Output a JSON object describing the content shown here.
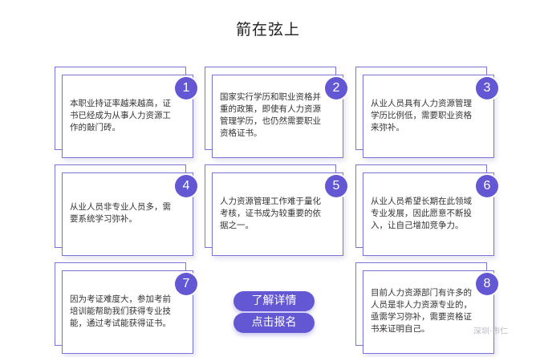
{
  "title": "箭在弦上",
  "cards": [
    {
      "number": "1",
      "text": "本职业持证率越来越高，证书已经成为从事人力资源工作的敲门砖。"
    },
    {
      "number": "2",
      "text": "国家实行学历和职业资格并重的政策，即使有人力资源管理学历，也仍然需要职业资格证书。"
    },
    {
      "number": "3",
      "text": "从业人员具有人力资源管理学历比例低，需要职业资格来弥补。"
    },
    {
      "number": "4",
      "text": "从业人员非专业人员多，需要系统学习弥补。"
    },
    {
      "number": "5",
      "text": "人力资源管理工作难于量化考核，证书成为较重要的依据之一。"
    },
    {
      "number": "6",
      "text": "从业人员希望长期在此领域专业发展，因此愿意不断投入，让自己增加竞争力。"
    },
    {
      "number": "7",
      "text": "因为考证难度大，参加考前培训能帮助我们获得专业技能，通过考试能获得证书。"
    },
    {
      "number": "8",
      "text": "目前人力资源部门有许多的人员是非人力资源专业的，亟需学习弥补，需要资格证书来证明自己。"
    }
  ],
  "buttons": {
    "details": "了解详情",
    "signup": "点击报名"
  },
  "watermark": "深圳·市仁"
}
